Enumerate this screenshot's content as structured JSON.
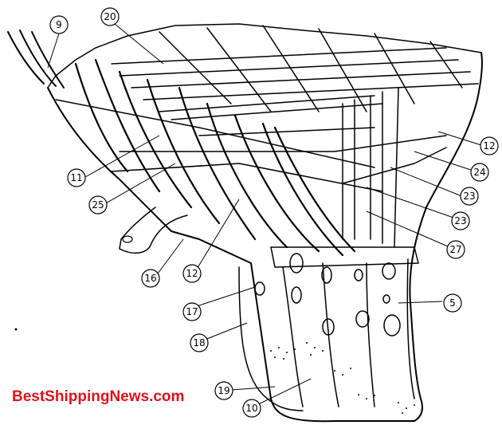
{
  "watermark": "BestShippingNews.com",
  "callouts": [
    {
      "id": "9",
      "label": "9"
    },
    {
      "id": "20",
      "label": "20"
    },
    {
      "id": "12a",
      "label": "12"
    },
    {
      "id": "11",
      "label": "11"
    },
    {
      "id": "24",
      "label": "24"
    },
    {
      "id": "23a",
      "label": "23"
    },
    {
      "id": "25",
      "label": "25"
    },
    {
      "id": "23b",
      "label": "23"
    },
    {
      "id": "27",
      "label": "27"
    },
    {
      "id": "16",
      "label": "16"
    },
    {
      "id": "12b",
      "label": "12"
    },
    {
      "id": "5",
      "label": "5"
    },
    {
      "id": "17",
      "label": "17"
    },
    {
      "id": "18",
      "label": "18"
    },
    {
      "id": "19",
      "label": "19"
    },
    {
      "id": "10",
      "label": "10"
    }
  ]
}
